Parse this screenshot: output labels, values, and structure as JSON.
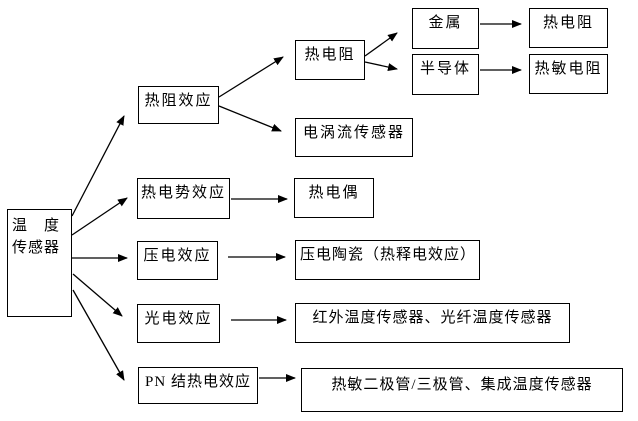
{
  "diagram": {
    "colors": {
      "background": "#ffffff",
      "line": "#000000",
      "text": "#000000"
    },
    "root": {
      "label": "温度传感器",
      "line1": "温　度",
      "line2": "传感器"
    },
    "nodes": {
      "thermal_resistance_effect": "热阻效应",
      "rtd_mid": "热电阻",
      "metal": "金属",
      "semiconductor": "半导体",
      "rtd_out": "热电阻",
      "thermistor": "热敏电阻",
      "eddy_current": "电涡流传感器",
      "thermo_emf_effect": "热电势效应",
      "thermocouple": "热电偶",
      "piezoelectric_effect": "压电效应",
      "piezo_ceramic": "压电陶瓷（热释电效应）",
      "photoelectric_effect": "光电效应",
      "infrared_fiber": "红外温度传感器、光纤温度传感器",
      "pn_junction_effect": "PN 结热电效应",
      "thermal_diode_integrated": "热敏二极管/三极管、集成温度传感器"
    }
  }
}
